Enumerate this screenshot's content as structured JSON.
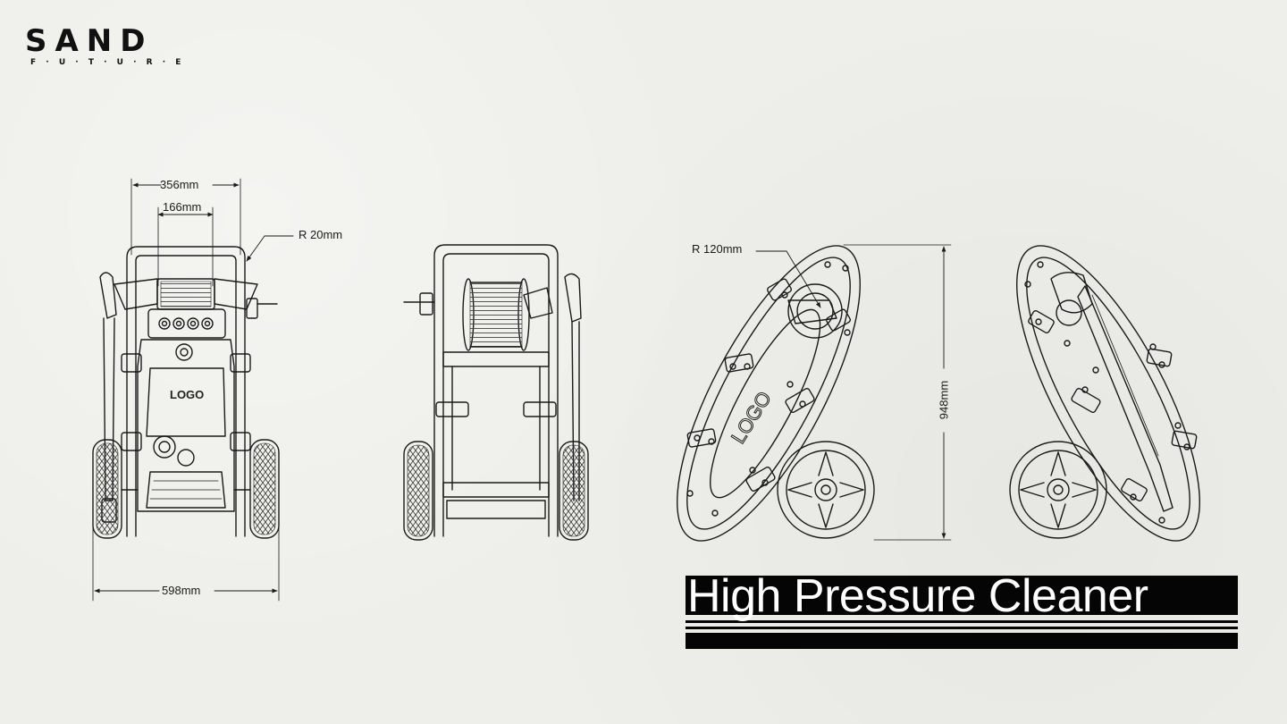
{
  "brand": {
    "name": "SAND",
    "tagline": "F · U · T · U · R · E"
  },
  "dimensions": {
    "top_width": "356mm",
    "reel_width": "166mm",
    "handle_radius": "R 20mm",
    "base_width": "598mm",
    "side_radius": "R 120mm",
    "height": "948mm"
  },
  "labels": {
    "front_logo": "LOGO",
    "side_logo": "LOGO"
  },
  "product": {
    "title": "High Pressure Cleaner"
  },
  "colors": {
    "background": "#eeeeea",
    "line": "#1a1a1a",
    "title_bar": "#050505",
    "title_text": "#ffffff"
  }
}
